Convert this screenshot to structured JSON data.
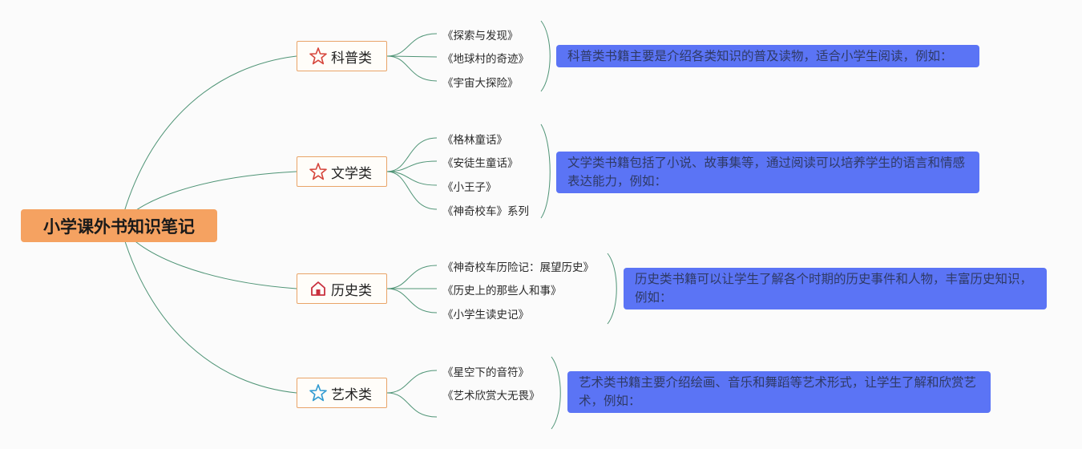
{
  "title": "小学课外书知识笔记",
  "categories": [
    {
      "name": "科普类",
      "icon": "red-star-icon",
      "books": [
        "《探索与发现》",
        "《地球村的奇迹》",
        "《宇宙大探险》"
      ],
      "description": "科普类书籍主要是介绍各类知识的普及读物，适合小学生阅读，例如："
    },
    {
      "name": "文学类",
      "icon": "red-star-icon",
      "books": [
        "《格林童话》",
        "《安徒生童话》",
        "《小王子》",
        "《神奇校车》系列"
      ],
      "description": "文学类书籍包括了小说、故事集等，通过阅读可以培养学生的语言和情感表达能力，例如："
    },
    {
      "name": "历史类",
      "icon": "red-house-icon",
      "books": [
        "《神奇校车历险记：展望历史》",
        "《历史上的那些人和事》",
        "《小学生读史记》"
      ],
      "description": "历史类书籍可以让学生了解各个时期的历史事件和人物，丰富历史知识，例如："
    },
    {
      "name": "艺术类",
      "icon": "blue-star-icon",
      "books": [
        "《星空下的音符》",
        "《艺术欣赏大无畏》"
      ],
      "description": "艺术类书籍主要介绍绘画、音乐和舞蹈等艺术形式，让学生了解和欣赏艺术，例如："
    }
  ],
  "colors": {
    "root_fill": "#f5a261",
    "category_border": "#e9a468",
    "description_fill": "#5b74f5",
    "description_text": "#2f3a66",
    "connector": "#4f9476",
    "star_red": "#d6453b",
    "house_red": "#c9303e",
    "star_blue": "#2f9ad1"
  }
}
